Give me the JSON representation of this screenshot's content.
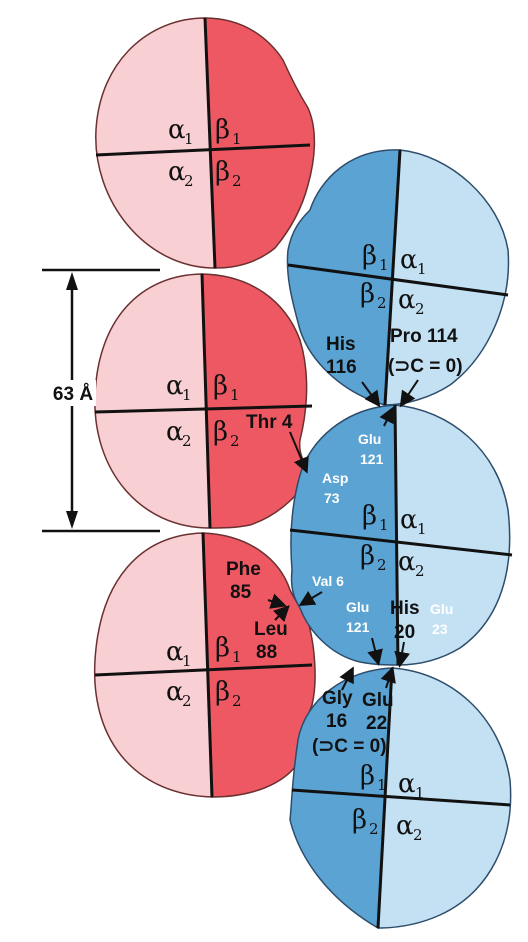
{
  "colors": {
    "alpha_pink": "#f8cfd3",
    "beta_red": "#ee5863",
    "beta_blue": "#5aa3d3",
    "alpha_blue": "#c4e1f4"
  },
  "dimension": {
    "label": "63 Å"
  },
  "subunits": {
    "alpha": "α",
    "beta": "β",
    "sub1": "1",
    "sub2": "2"
  },
  "residues": {
    "thr4": "Thr 4",
    "his116_a": "His",
    "his116_b": "116",
    "pro114_a": "Pro 114",
    "pro114_b": "(⊃C = 0)",
    "glu121_top_a": "Glu",
    "glu121_top_b": "121",
    "asp73_a": "Asp",
    "asp73_b": "73",
    "phe85_a": "Phe",
    "phe85_b": "85",
    "leu88_a": "Leu",
    "leu88_b": "88",
    "val6": "Val 6",
    "glu121_mid_a": "Glu",
    "glu121_mid_b": "121",
    "his20_a": "His",
    "his20_b": "20",
    "glu23_a": "Glu",
    "glu23_b": "23",
    "gly16_a": "Gly",
    "gly16_b": "16",
    "gly16_c": "(⊃C = 0)",
    "glu22_a": "Glu",
    "glu22_b": "22"
  }
}
